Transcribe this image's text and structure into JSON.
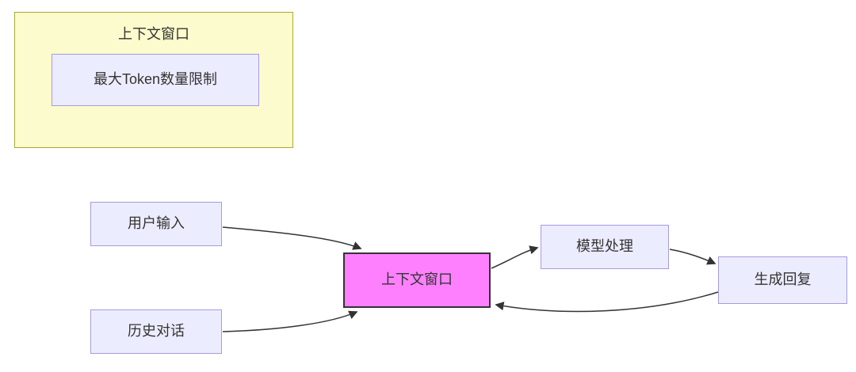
{
  "diagram": {
    "subgraph": {
      "title": "上下文窗口",
      "inner_node": "最大Token数量限制"
    },
    "nodes": {
      "user_input": "用户输入",
      "history": "历史对话",
      "context_window": "上下文窗口",
      "model_process": "模型处理",
      "generate_reply": "生成回复"
    },
    "edges": [
      {
        "from": "用户输入",
        "to": "上下文窗口"
      },
      {
        "from": "历史对话",
        "to": "上下文窗口"
      },
      {
        "from": "上下文窗口",
        "to": "模型处理"
      },
      {
        "from": "模型处理",
        "to": "生成回复"
      },
      {
        "from": "生成回复",
        "to": "上下文窗口"
      }
    ],
    "colors": {
      "subgraph_fill": "#fbfbcd",
      "subgraph_border": "#aaaa33",
      "node_fill": "#ececff",
      "node_border": "#a79ae0",
      "highlight_fill": "#ff80ff",
      "highlight_border": "#333333",
      "arrow": "#333333"
    }
  }
}
